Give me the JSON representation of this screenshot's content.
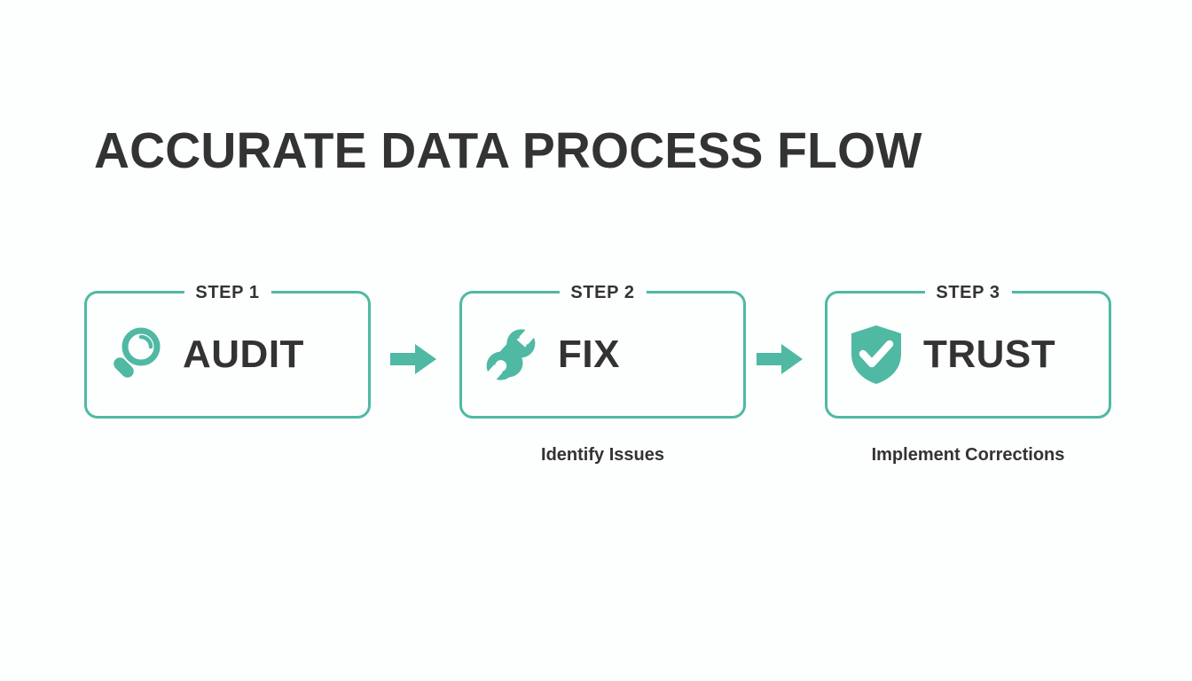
{
  "page": {
    "title": "ACCURATE DATA PROCESS FLOW",
    "background_color": "#FDFEFE",
    "accent_color": "#4FB9A3",
    "text_color": "#333333"
  },
  "flow": {
    "steps": [
      {
        "badge": "STEP 1",
        "word": "AUDIT",
        "caption": "",
        "icon": "magnifier-icon"
      },
      {
        "badge": "STEP 2",
        "word": "FIX",
        "caption": "Identify Issues",
        "icon": "wrench-icon"
      },
      {
        "badge": "STEP 3",
        "word": "TRUST",
        "caption": "Implement Corrections",
        "icon": "shield-check-icon"
      }
    ],
    "connectors": [
      {
        "icon": "arrow-right-icon"
      },
      {
        "icon": "arrow-right-icon"
      }
    ]
  }
}
